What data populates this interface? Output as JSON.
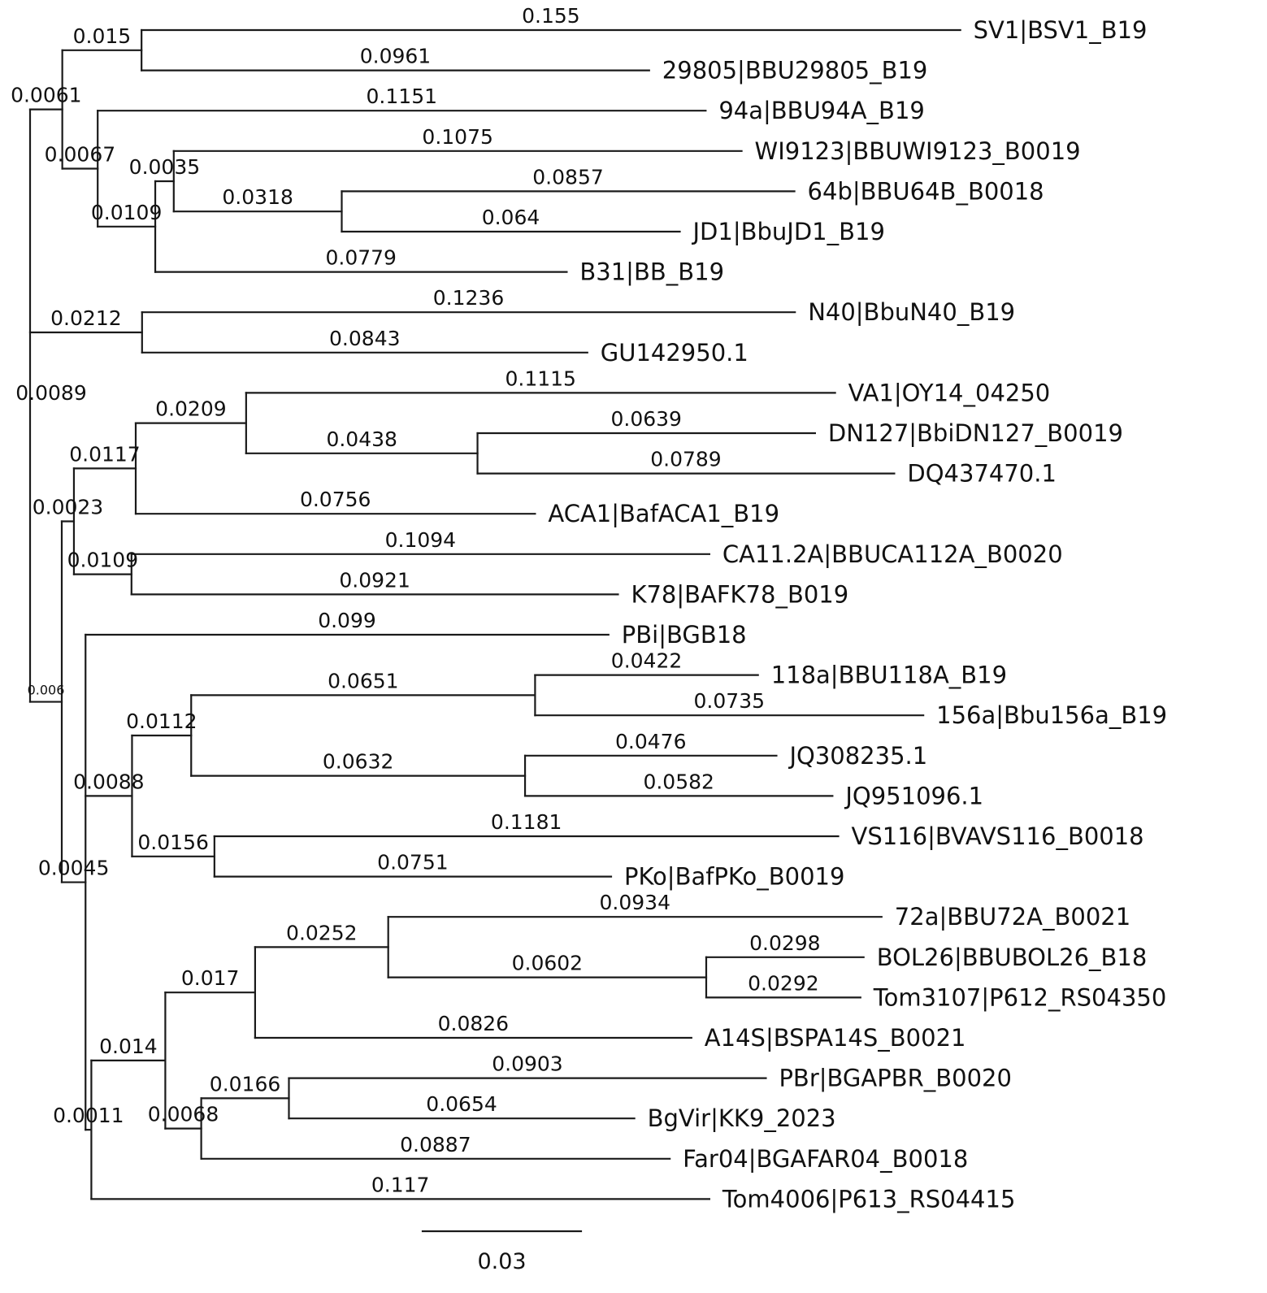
{
  "figure": {
    "scale_bar": {
      "length": 0.03,
      "label": "0.03"
    }
  },
  "tree": {
    "label": "0.0089",
    "children": [
      {
        "label": "0.0061",
        "children": [
          {
            "label": "0.015",
            "children": [
              {
                "taxon": "SV1|BSV1_B19",
                "label": "0.155"
              },
              {
                "taxon": "29805|BBU29805_B19",
                "label": "0.0961"
              }
            ]
          },
          {
            "label": "0.0067",
            "children": [
              {
                "taxon": "94a|BBU94A_B19",
                "label": "0.1151"
              },
              {
                "label": "0.0109",
                "children": [
                  {
                    "label": "0.0035",
                    "children": [
                      {
                        "taxon": "WI9123|BBUWI9123_B0019",
                        "label": "0.1075"
                      },
                      {
                        "label": "0.0318",
                        "children": [
                          {
                            "taxon": "64b|BBU64B_B0018",
                            "label": "0.0857"
                          },
                          {
                            "taxon": "JD1|BbuJD1_B19",
                            "label": "0.064"
                          }
                        ]
                      }
                    ]
                  },
                  {
                    "taxon": "B31|BB_B19",
                    "label": "0.0779"
                  }
                ]
              }
            ]
          }
        ]
      },
      {
        "label": "0.0212",
        "children": [
          {
            "taxon": "N40|BbuN40_B19",
            "label": "0.1236"
          },
          {
            "taxon": "GU142950.1",
            "label": "0.0843"
          }
        ]
      },
      {
        "label": "0.006",
        "children": [
          {
            "label": "0.0023",
            "children": [
              {
                "label": "0.0117",
                "children": [
                  {
                    "label": "0.0209",
                    "children": [
                      {
                        "taxon": "VA1|OY14_04250",
                        "label": "0.1115"
                      },
                      {
                        "label": "0.0438",
                        "children": [
                          {
                            "taxon": "DN127|BbiDN127_B0019",
                            "label": "0.0639"
                          },
                          {
                            "taxon": "DQ437470.1",
                            "label": "0.0789"
                          }
                        ]
                      }
                    ]
                  },
                  {
                    "taxon": "ACA1|BafACA1_B19",
                    "label": "0.0756"
                  }
                ]
              },
              {
                "label": "0.0109",
                "children": [
                  {
                    "taxon": "CA11.2A|BBUCA112A_B0020",
                    "label": "0.1094"
                  },
                  {
                    "taxon": "K78|BAFK78_B019",
                    "label": "0.0921"
                  }
                ]
              }
            ]
          },
          {
            "label": "0.0045",
            "children": [
              {
                "taxon": "PBi|BGB18",
                "label": "0.099"
              },
              {
                "label": "0.0088",
                "children": [
                  {
                    "label": "0.0112",
                    "children": [
                      {
                        "label": "0.0651",
                        "children": [
                          {
                            "taxon": "118a|BBU118A_B19",
                            "label": "0.0422"
                          },
                          {
                            "taxon": "156a|Bbu156a_B19",
                            "label": "0.0735"
                          }
                        ]
                      },
                      {
                        "label": "0.0632",
                        "children": [
                          {
                            "taxon": "JQ308235.1",
                            "label": "0.0476"
                          },
                          {
                            "taxon": "JQ951096.1",
                            "label": "0.0582"
                          }
                        ]
                      }
                    ]
                  },
                  {
                    "label": "0.0156",
                    "children": [
                      {
                        "taxon": "VS116|BVAVS116_B0018",
                        "label": "0.1181"
                      },
                      {
                        "taxon": "PKo|BafPKo_B0019",
                        "label": "0.0751"
                      }
                    ]
                  }
                ]
              },
              {
                "label": "0.0011",
                "children": [
                  {
                    "label": "0.014",
                    "children": [
                      {
                        "label": "0.017",
                        "children": [
                          {
                            "label": "0.0252",
                            "children": [
                              {
                                "taxon": "72a|BBU72A_B0021",
                                "label": "0.0934"
                              },
                              {
                                "label": "0.0602",
                                "children": [
                                  {
                                    "taxon": "BOL26|BBUBOL26_B18",
                                    "label": "0.0298"
                                  },
                                  {
                                    "taxon": "Tom3107|P612_RS04350",
                                    "label": "0.0292"
                                  }
                                ]
                              }
                            ]
                          },
                          {
                            "taxon": "A14S|BSPA14S_B0021",
                            "label": "0.0826"
                          }
                        ]
                      },
                      {
                        "label": "0.0068",
                        "children": [
                          {
                            "label": "0.0166",
                            "children": [
                              {
                                "taxon": "PBr|BGAPBR_B0020",
                                "label": "0.0903"
                              },
                              {
                                "taxon": "BgVir|KK9_2023",
                                "label": "0.0654"
                              }
                            ]
                          },
                          {
                            "taxon": "Far04|BGAFAR04_B0018",
                            "label": "0.0887"
                          }
                        ]
                      }
                    ]
                  },
                  {
                    "taxon": "Tom4006|P613_RS04415",
                    "label": "0.117"
                  }
                ]
              }
            ]
          }
        ]
      }
    ]
  }
}
